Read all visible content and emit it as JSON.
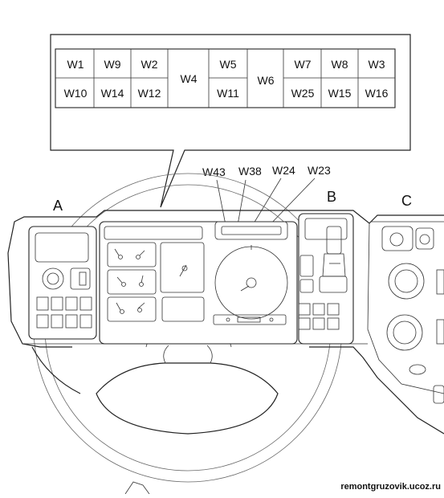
{
  "callout": {
    "top_row": [
      "W1",
      "W9",
      "W2"
    ],
    "bottom_row": [
      "W10",
      "W14",
      "W12"
    ],
    "center_left": "W4",
    "mid_top": "W5",
    "mid_bottom": "W11",
    "center_right": "W6",
    "right_top": [
      "W7",
      "W8",
      "W3"
    ],
    "right_bottom": [
      "W25",
      "W15",
      "W16"
    ]
  },
  "pointer_labels": [
    "W43",
    "W38",
    "W24",
    "W23"
  ],
  "section_labels": {
    "a": "A",
    "b": "B",
    "c": "C"
  },
  "watermark": "remontgruzovik.ucoz.ru"
}
